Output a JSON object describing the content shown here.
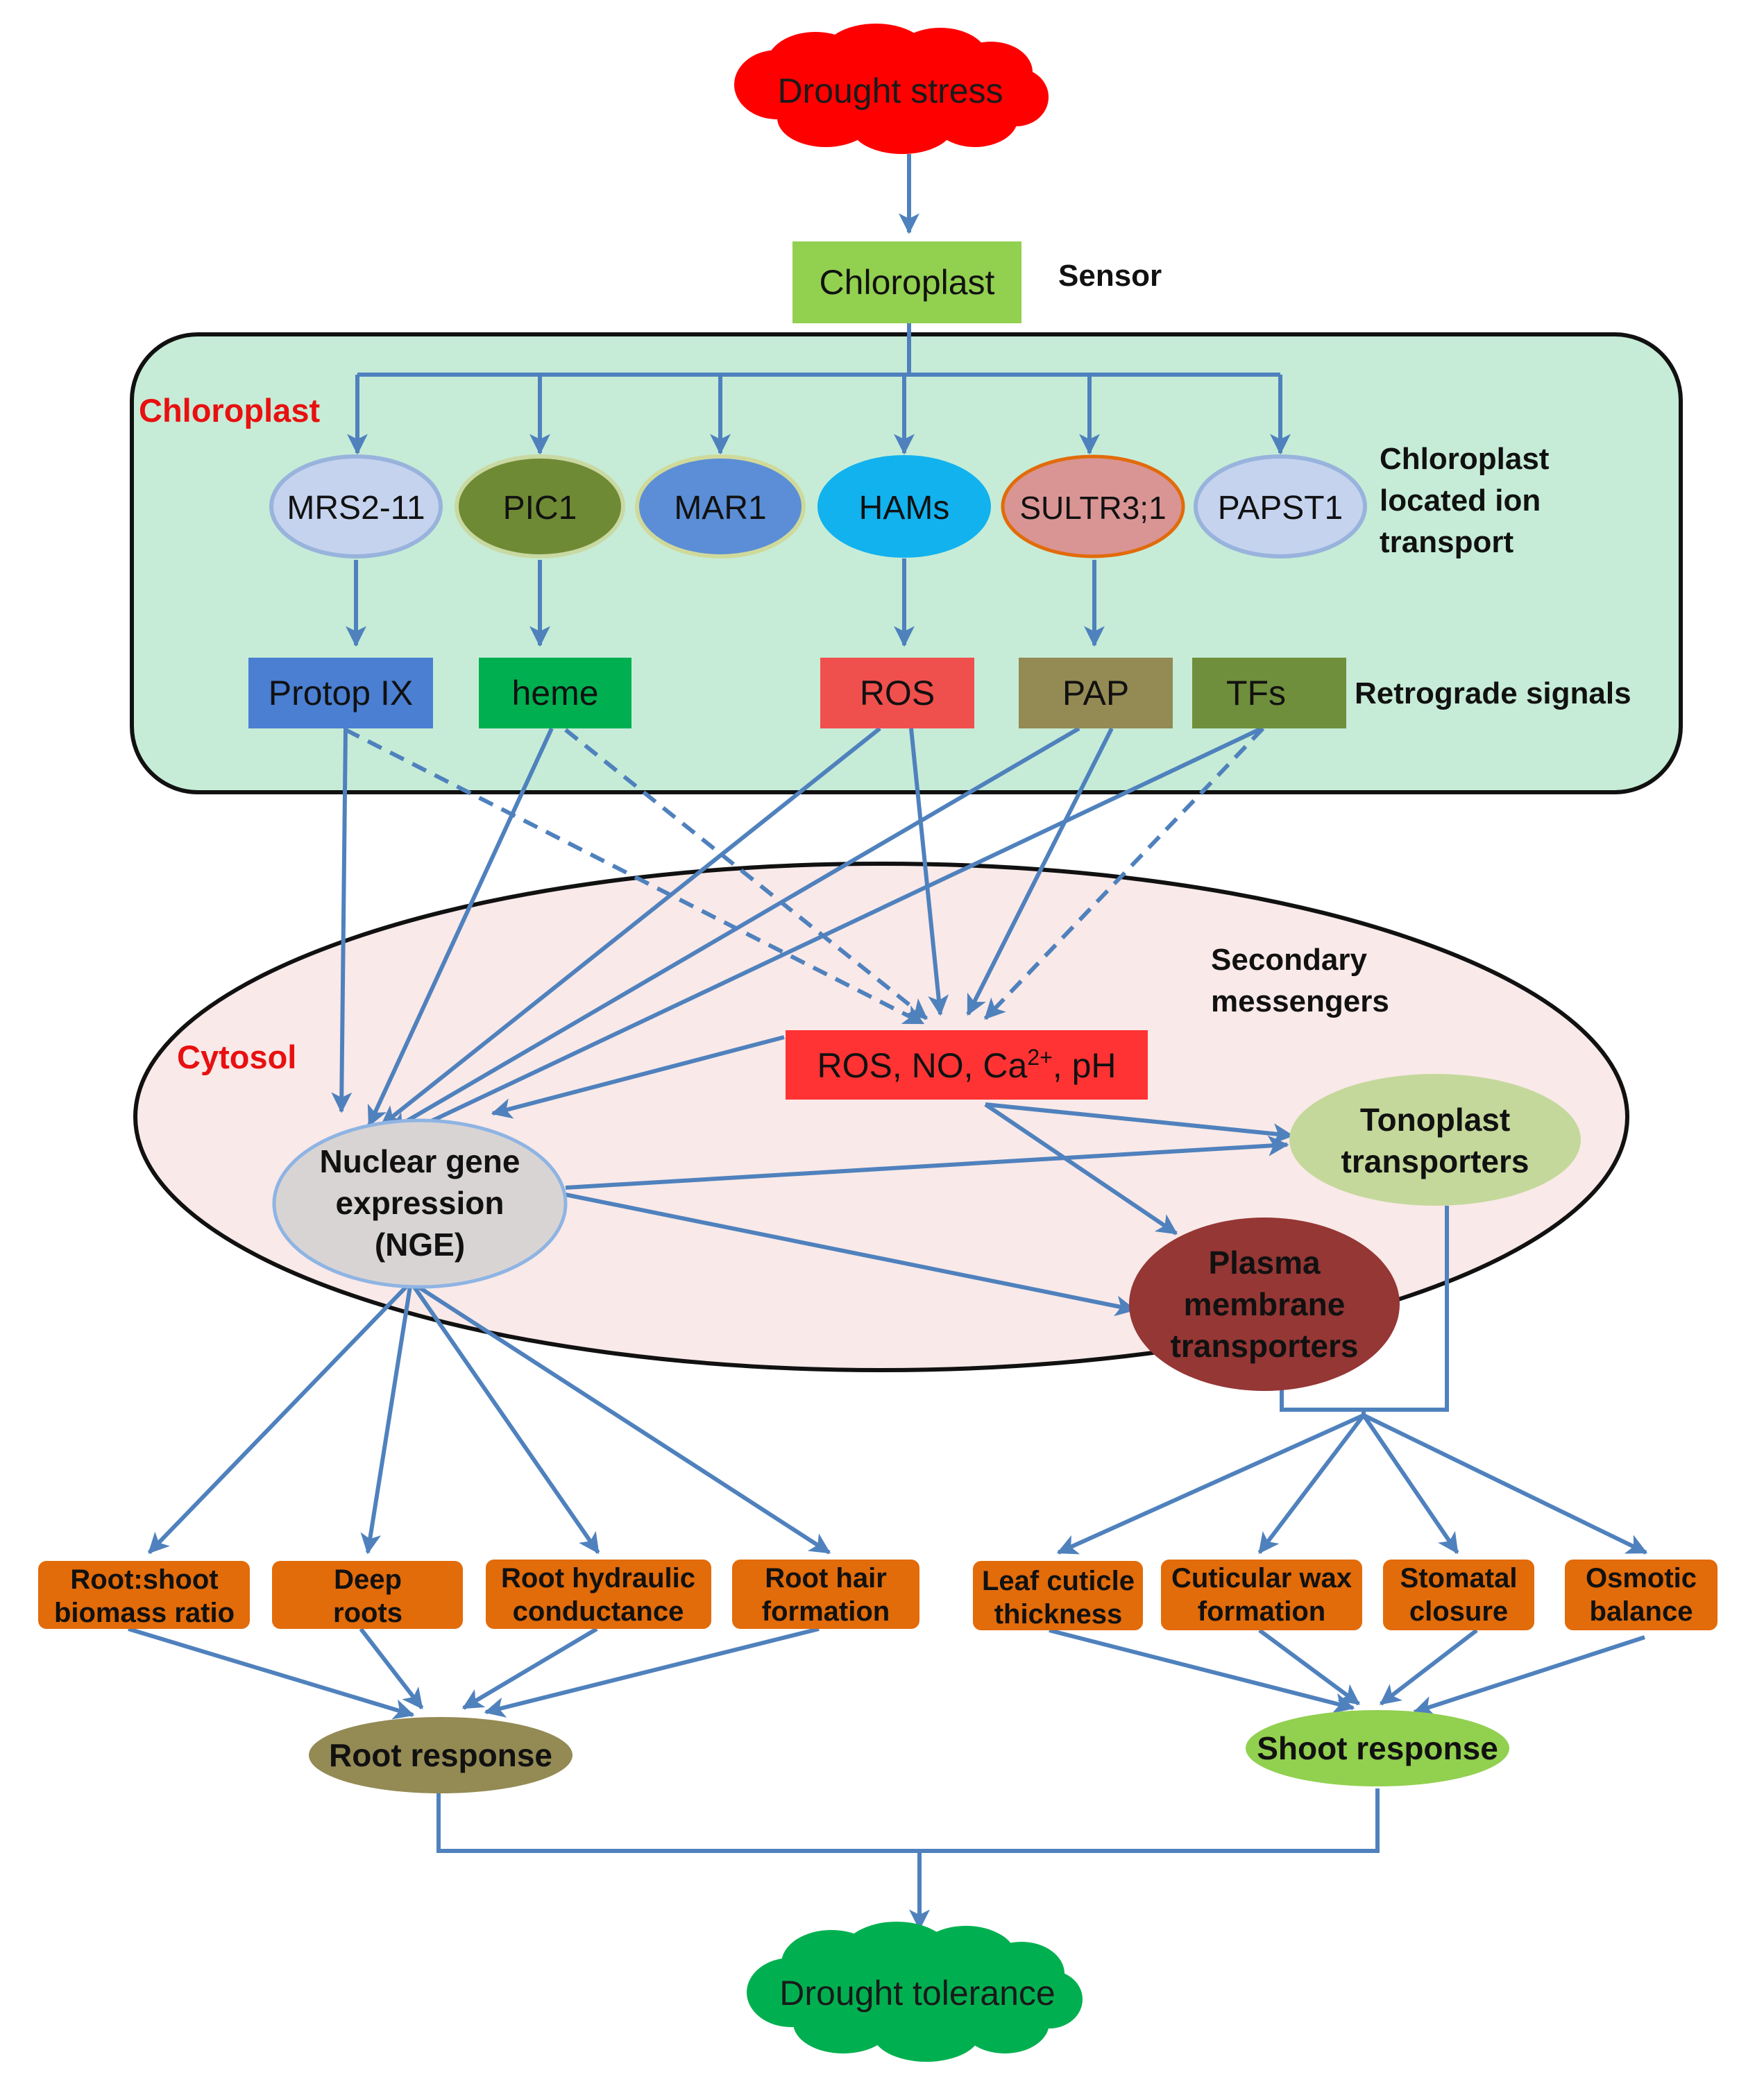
{
  "stress": "Drought stress",
  "sensor": {
    "box": "Chloroplast",
    "label": "Sensor"
  },
  "chloroplast_region": "Chloroplast",
  "cytosol_region": "Cytosol",
  "transporters": {
    "items": [
      "MRS2-11",
      "PIC1",
      "MAR1",
      "HAMs",
      "SULTR3;1",
      "PAPST1"
    ],
    "label": [
      "Chloroplast",
      "located ion",
      "transport"
    ]
  },
  "retrograde": {
    "items": [
      "Protop IX",
      "heme",
      "ROS",
      "PAP",
      "TFs"
    ],
    "label": "Retrograde signals"
  },
  "messengers": {
    "label": [
      "Secondary",
      "messengers"
    ],
    "box_main": "ROS, NO, Ca",
    "box_sup": "2+",
    "box_end": ", pH"
  },
  "nge": [
    "Nuclear gene",
    "expression",
    "(NGE)"
  ],
  "tonoplast": [
    "Tonoplast",
    "transporters"
  ],
  "plasma": [
    "Plasma",
    "membrane",
    "transporters"
  ],
  "root_traits": [
    [
      "Root:shoot",
      "biomass ratio"
    ],
    [
      "Deep",
      "roots"
    ],
    [
      "Root hydraulic",
      "conductance"
    ],
    [
      "Root hair",
      "formation"
    ]
  ],
  "shoot_traits": [
    [
      "Leaf cuticle",
      "thickness"
    ],
    [
      "Cuticular wax",
      "formation"
    ],
    [
      "Stomatal",
      "closure"
    ],
    [
      "Osmotic",
      "balance"
    ]
  ],
  "root_response": "Root response",
  "shoot_response": "Shoot response",
  "outcome": "Drought tolerance",
  "colors": {
    "arrow": "#4f81bd",
    "chloroplast_fill": "#c6ecd7",
    "cytosol_fill": "#f9e9e8",
    "red": "#ff0000",
    "sensor_green": "#92d050",
    "orange": "#e26b0a",
    "region_label": "#e81010"
  }
}
